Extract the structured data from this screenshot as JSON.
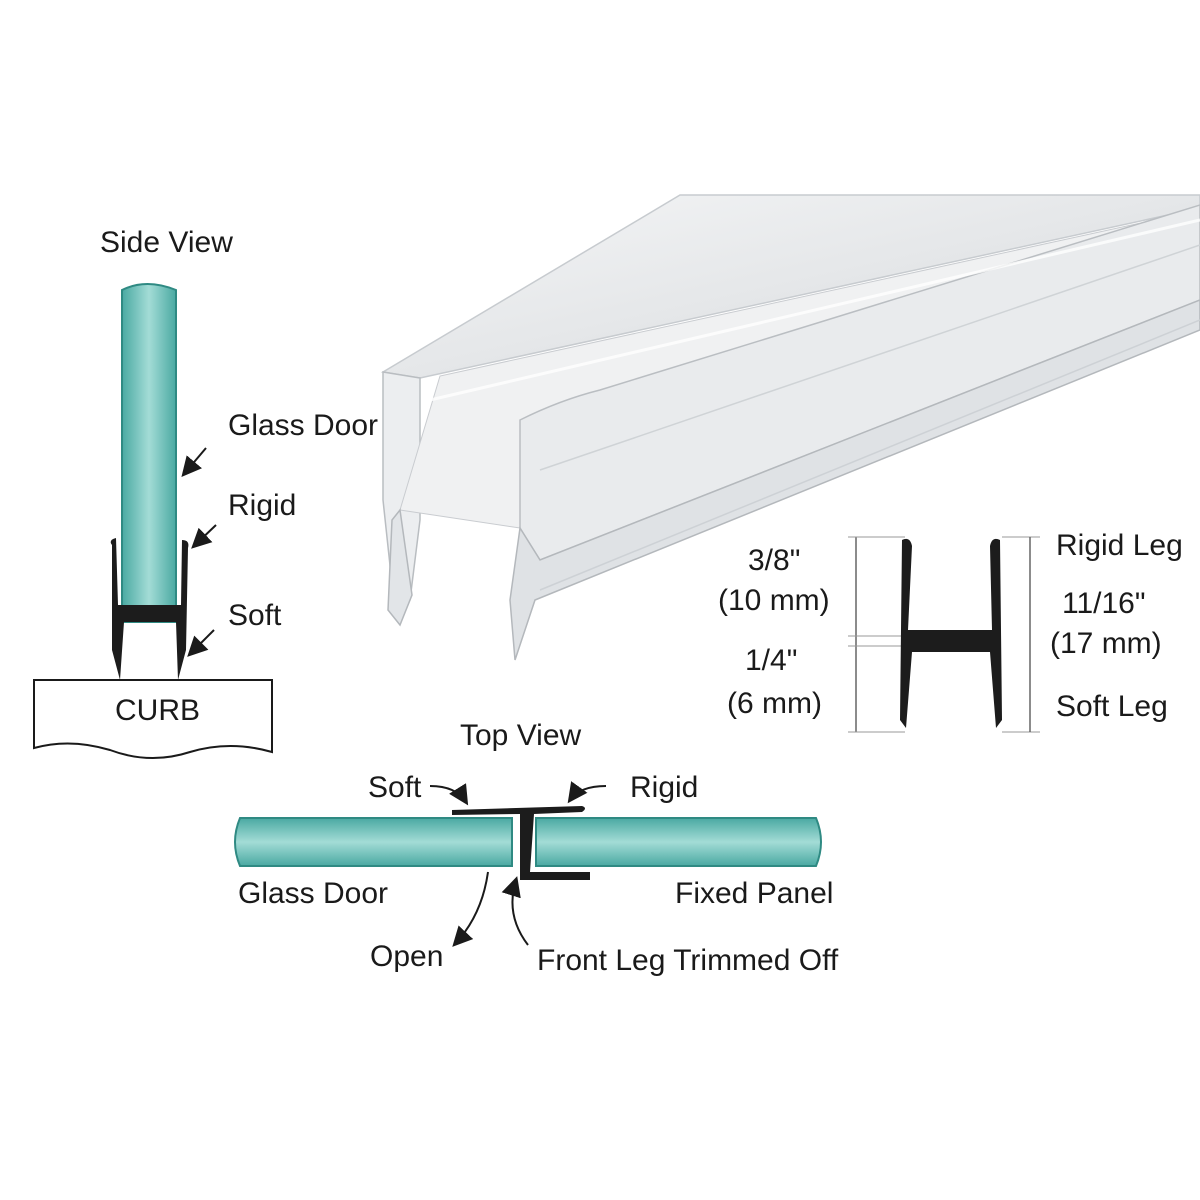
{
  "side_view": {
    "title": "Side View",
    "labels": {
      "glass_door": "Glass Door",
      "rigid": "Rigid",
      "soft": "Soft",
      "curb": "CURB"
    }
  },
  "top_view": {
    "title": "Top View",
    "labels": {
      "soft": "Soft",
      "rigid": "Rigid",
      "glass_door": "Glass Door",
      "fixed_panel": "Fixed Panel",
      "open": "Open",
      "front_leg_trimmed": "Front Leg Trimmed Off"
    }
  },
  "profile": {
    "top_dim_in": "3/8\"",
    "top_dim_mm": "(10 mm)",
    "bottom_dim_in": "1/4\"",
    "bottom_dim_mm": "(6 mm)",
    "rigid_leg": "Rigid Leg",
    "total_in": "11/16\"",
    "total_mm": "(17 mm)",
    "soft_leg": "Soft Leg"
  },
  "colors": {
    "glass": "#7cc7c0",
    "glass_edge": "#3e9a93",
    "seal": "#1c1c1c",
    "extrusion": "#e4e6e8",
    "extrusion_edge": "#b9bdc1"
  }
}
